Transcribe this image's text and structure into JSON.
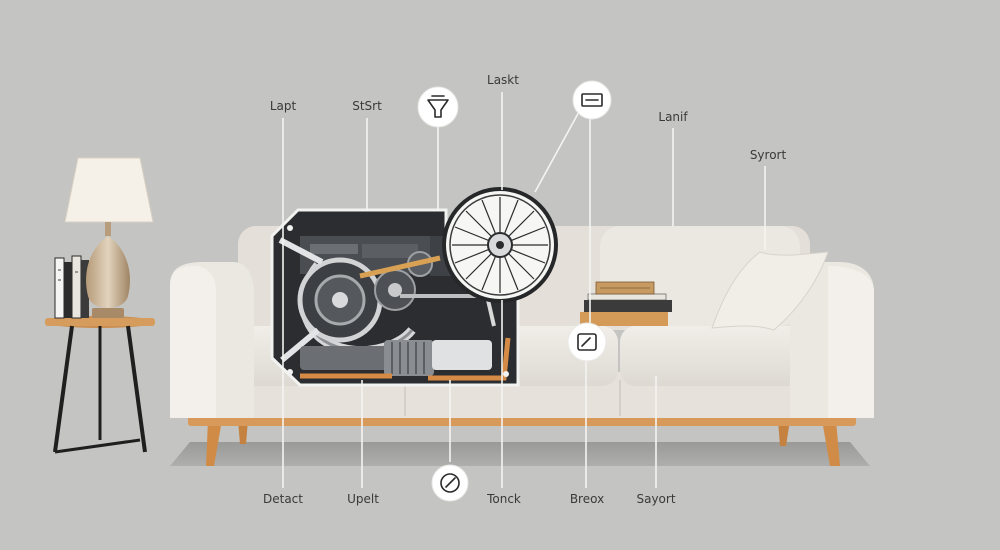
{
  "callouts_top": [
    {
      "id": "lapt",
      "label": "Lapt"
    },
    {
      "id": "start",
      "label": "StSrt"
    },
    {
      "id": "laskt",
      "label": "Laskt"
    },
    {
      "id": "lanif",
      "label": "Lanif"
    },
    {
      "id": "syrort",
      "label": "Syrort"
    }
  ],
  "callouts_bottom": [
    {
      "id": "detact",
      "label": "Detact"
    },
    {
      "id": "upelt",
      "label": "Upelt"
    },
    {
      "id": "tonck",
      "label": "Tonck"
    },
    {
      "id": "breox",
      "label": "Breox"
    },
    {
      "id": "sayort",
      "label": "Sayort"
    }
  ],
  "icons": {
    "top_left": "funnel-icon",
    "top_right": "display-panel-icon",
    "middle": "gauge-icon",
    "bottom": "dial-icon"
  },
  "colors": {
    "background": "#c4c4c2",
    "sofa": "#e9e6e0",
    "wood": "#d79a5a",
    "mechanism": "#3b3d40",
    "accent": "#e0a25a"
  }
}
